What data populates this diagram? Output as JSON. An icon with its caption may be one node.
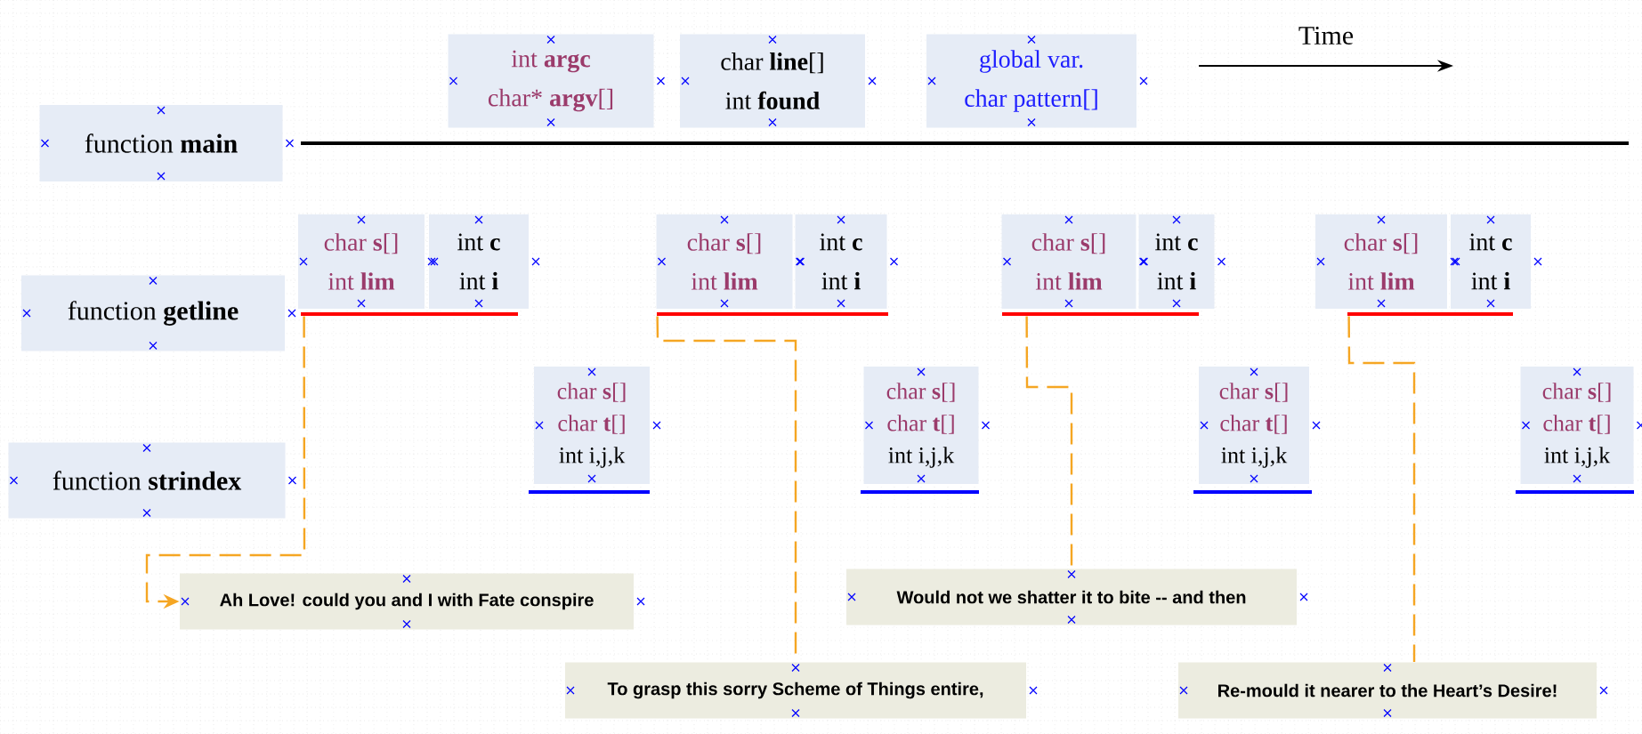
{
  "diagram": {
    "nodes": [
      {
        "text": [
          "function **main**"
        ]
      },
      {
        "text": [
          "function **getline**"
        ]
      },
      {
        "text": [
          "function **strindex**"
        ]
      },
      {
        "text": [
          "int **argc**",
          "char* **argv**[]"
        ]
      },
      {
        "text": [
          "char **line**[]",
          "int **found**"
        ]
      },
      {
        "text": [
          "global var.",
          "char pattern[]"
        ]
      },
      {
        "text": [
          "char **s**[]",
          "int **lim**"
        ]
      },
      {
        "text": [
          "int **c**",
          "int **i**"
        ]
      },
      {
        "text": [
          "char **s**[]",
          "char **t**[]",
          "int i,j,k"
        ]
      },
      {
        "text": [
          "char **s**[]",
          "int **lim**"
        ]
      },
      {
        "text": [
          "int **c**",
          "int **i**"
        ]
      },
      {
        "text": [
          "char **s**[]",
          "char **t**[]",
          "int i,j,k"
        ]
      },
      {
        "text": [
          "char **s**[]",
          "int **lim**"
        ]
      },
      {
        "text": [
          "int **c**",
          "int **i**"
        ]
      },
      {
        "text": [
          "char **s**[]",
          "char **t**[]",
          "int i,j,k"
        ]
      },
      {
        "text": [
          "char **s**[]",
          "int **lim**"
        ]
      },
      {
        "text": [
          "int **c**",
          "int **i**"
        ]
      },
      {
        "text": [
          "char **s**[]",
          "char **t**[]",
          "int i,j,k"
        ]
      },
      {
        "text": [
          "Ah Love! could you and I with Fate conspire"
        ]
      },
      {
        "text": [
          "To grasp this sorry Scheme of Things entire,"
        ]
      },
      {
        "text": [
          "Would not we shatter it to bite -- and then"
        ]
      },
      {
        "text": [
          "Re-mould it nearer to the Heart’s Desire!"
        ]
      },
      {
        "text": [],
        "shape": "bar"
      },
      {
        "text": [],
        "shape": "bar"
      },
      {
        "text": [],
        "shape": "bar"
      },
      {
        "text": [],
        "shape": "bar"
      },
      {
        "text": [],
        "shape": "bar"
      },
      {
        "text": [],
        "shape": "bar"
      },
      {
        "text": [],
        "shape": "bar"
      },
      {
        "text": [],
        "shape": "bar"
      },
      {
        "text": [],
        "shape": "bar"
      }
    ],
    "edges": [
      {
        "from": 23,
        "to": 18,
        "arrow": "to",
        "style": "dashed",
        "color": "#f5a623"
      },
      {
        "from": 24,
        "to": 19,
        "arrow": "none",
        "style": "dashed",
        "color": "#f5a623"
      },
      {
        "from": 25,
        "to": 20,
        "arrow": "none",
        "style": "dashed",
        "color": "#f5a623"
      },
      {
        "from": 26,
        "to": 21,
        "arrow": "none",
        "style": "dashed",
        "color": "#f5a623"
      }
    ],
    "labels": [
      "Time"
    ]
  }
}
